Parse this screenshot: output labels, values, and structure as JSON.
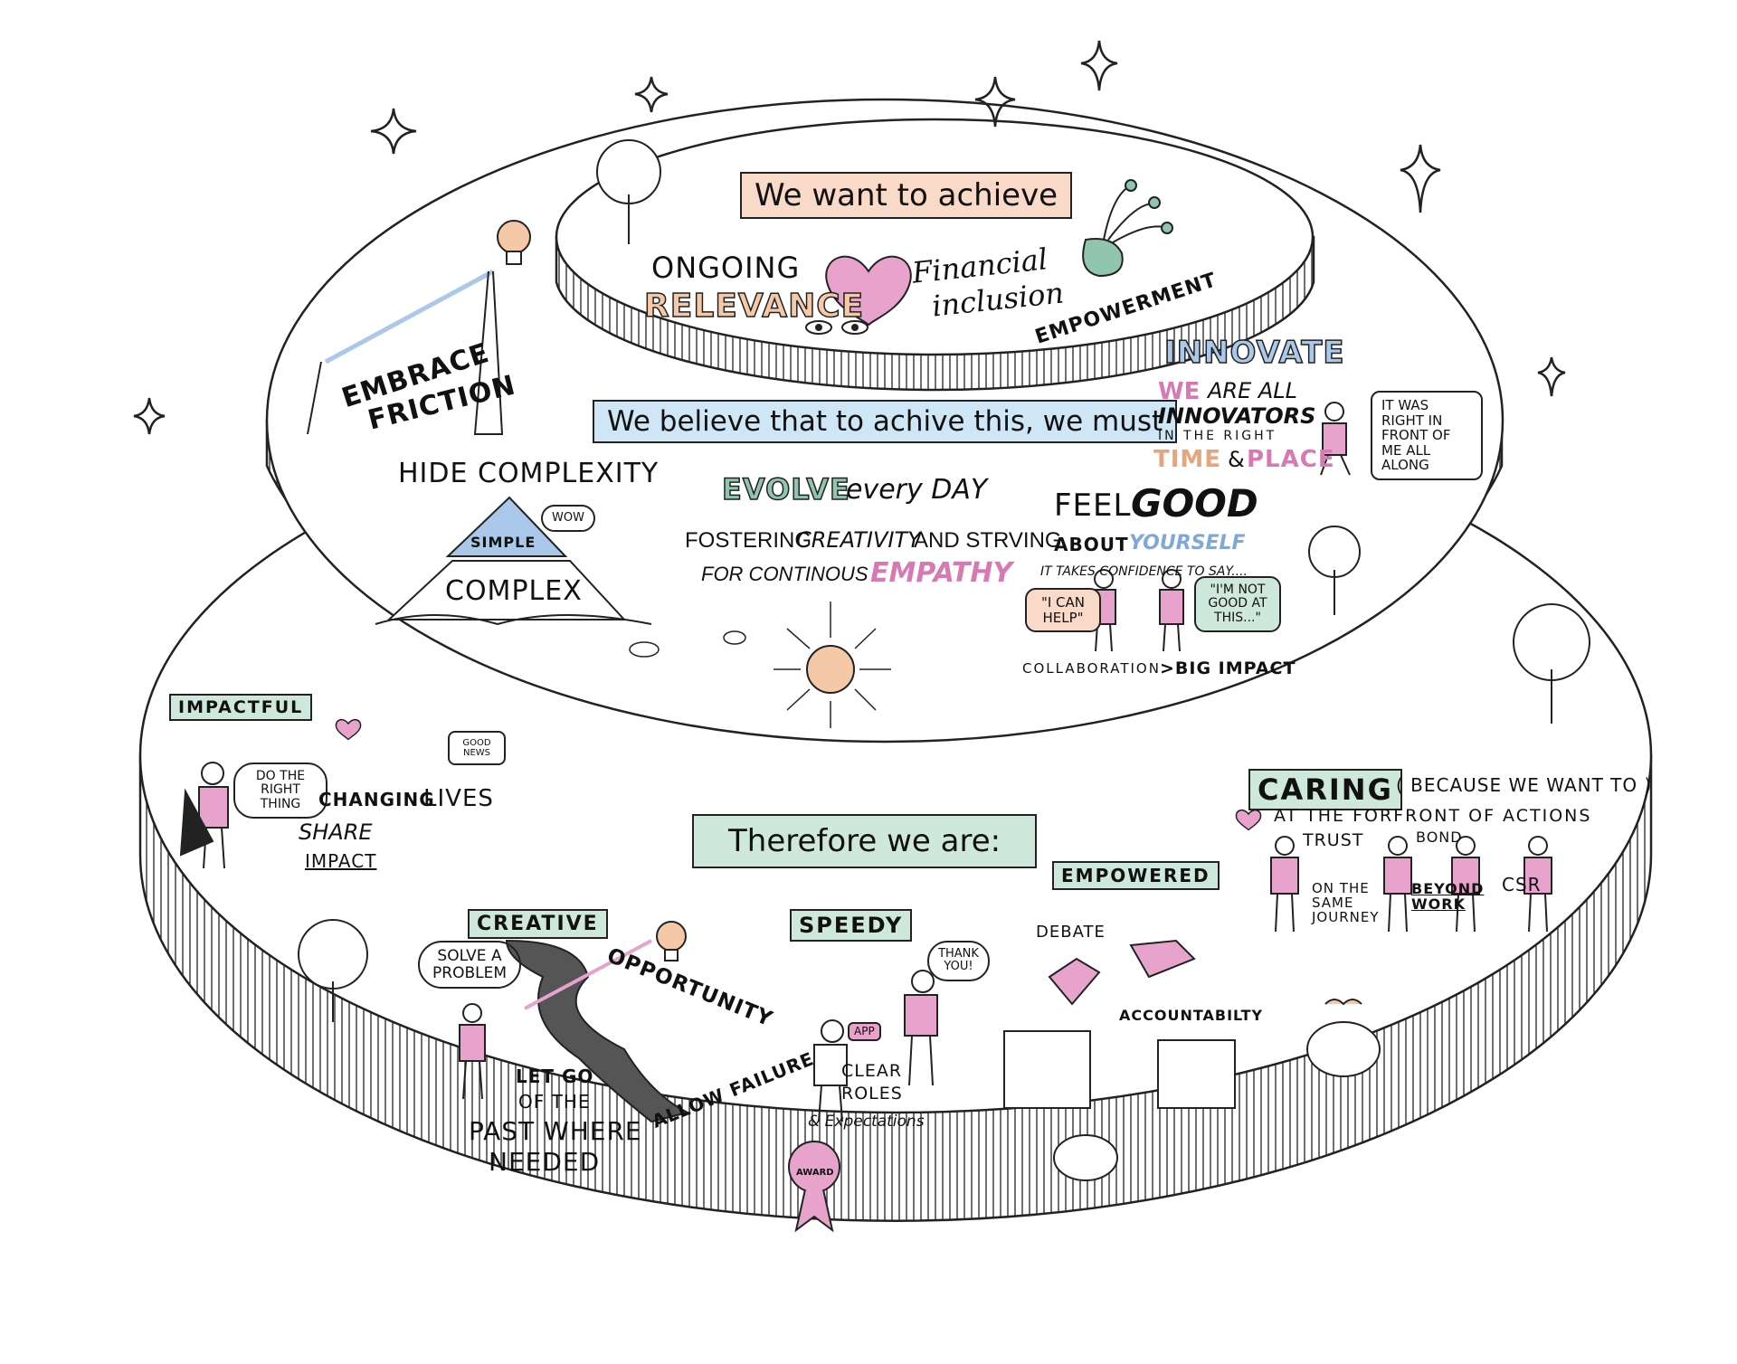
{
  "top_tier": {
    "banner": "We want to achieve",
    "ongoing": "ONGOING",
    "relevance": "RELEVANCE",
    "financial": "Financial",
    "inclusion": "inclusion",
    "empowerment": "EMPOWERMENT"
  },
  "middle_tier": {
    "banner": "We believe  that to achive this, we must",
    "embrace": "EMBRACE",
    "friction": "FRICTION",
    "hide_complexity": "HIDE COMPLEXITY",
    "simple": "SIMPLE",
    "complex": "COMPLEX",
    "wow": "WOW",
    "evolve": "EVOLVE",
    "every_day": "every DAY",
    "fostering": "FOSTERING",
    "creativity": "CREATIVITY",
    "and_striving": "AND  STRVING",
    "for_continous": "FOR CONTINOUS",
    "empathy": "EMPATHY",
    "feel": "FEEL",
    "good": "GOOD",
    "about": "ABOUT",
    "yourself": "YOURSELF",
    "confidence": "IT TAKES CONFIDENCE TO SAY....",
    "i_can_help": "\"I CAN HELP\"",
    "not_good": "\"I'M NOT GOOD AT THIS...\"",
    "collaboration": "COLLABORATION",
    "big_impact": ">BIG IMPACT",
    "innovate": "INNOVATE",
    "we": "WE",
    "are_all": "ARE ALL",
    "innovators": "INNOVATORS",
    "in_the_right": "IN THE RIGHT",
    "time": "TIME",
    "amp": "&",
    "place": "PLACE",
    "right_in_front": "IT WAS RIGHT IN FRONT OF ME ALL ALONG"
  },
  "bottom_tier": {
    "banner": "Therefore we are:",
    "impactful": "IMPACTFUL",
    "do_right": "DO THE RIGHT THING",
    "changing": "CHANGING",
    "lives": "LIVES",
    "share": "SHARE",
    "impact": "IMPACT",
    "good_news": "GOOD NEWS",
    "creative": "CREATIVE",
    "solve": "SOLVE A PROBLEM",
    "opportunity": "OPPORTUNITY",
    "let_go": "LET GO",
    "of_the": "OF THE",
    "past_where": "PAST WHERE",
    "needed": "NEEDED",
    "allow_failure": "ALLOW FAILURE",
    "speedy": "SPEEDY",
    "thank_you": "THANK YOU!",
    "app": "APP",
    "clear": "CLEAR",
    "roles": "ROLES",
    "expectations": "& Expectations",
    "award": "AWARD",
    "empowered": "EMPOWERED",
    "debate": "DEBATE",
    "accountability": "ACCOUNTABILTY",
    "caring": "CARING",
    "because": "( BECAUSE WE WANT TO )",
    "forefront": "AT THE FORFRONT OF ACTIONS",
    "trust": "TRUST",
    "bond": "BOND",
    "same_journey": "ON THE SAME JOURNEY",
    "beyond_work": "BEYOND WORK",
    "csr": "CSR"
  },
  "colors": {
    "peach_fill": "#f9d9c8",
    "blue_fill": "#cfe6f7",
    "green_fill": "#cfe8dc",
    "pink": "#e7a3cc",
    "peach": "#f5c9a8",
    "blue": "#a9c8ea",
    "green": "#8fc6ad",
    "ink": "#1a1a1a"
  }
}
